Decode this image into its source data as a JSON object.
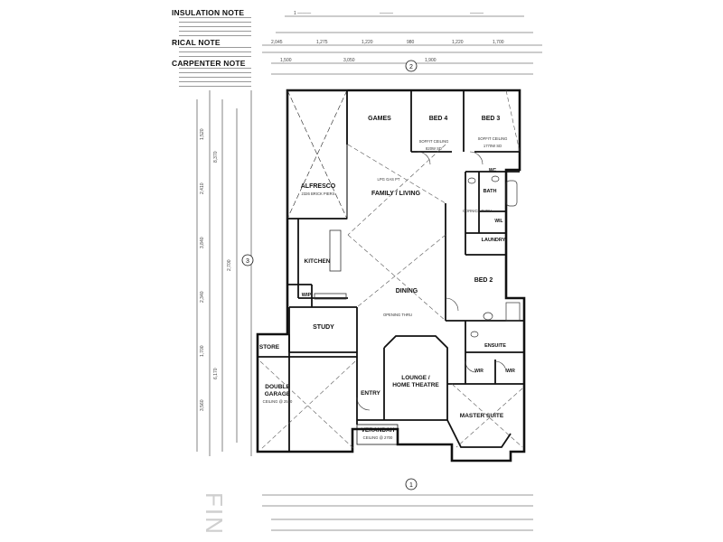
{
  "notes": {
    "insulation": "INSULATION NOTE",
    "electrical": "RICAL NOTE",
    "carpenter": "CARPENTER NOTE"
  },
  "rooms": {
    "games": "GAMES",
    "bed4": "BED 4",
    "bed3": "BED 3",
    "alfresco": "ALFRESCO",
    "family": "FAMILY / LIVING",
    "bath": "BATH",
    "wc": "WC",
    "wil": "WIL",
    "laundry": "LAUNDRY",
    "kitchen": "KITCHEN",
    "wip": "WIP",
    "dining": "DINING",
    "bed2": "BED 2",
    "study": "STUDY",
    "store": "STORE",
    "garage1": "DOUBLE",
    "garage2": "GARAGE",
    "entry": "ENTRY",
    "lounge1": "LOUNGE /",
    "lounge2": "HOME THEATRE",
    "ensuite": "ENSUITE",
    "wir": "WIR",
    "master": "MASTER SUITE",
    "verandah": "VERANDAH"
  },
  "annotations": {
    "games_soffit": "SOFFIT CEILING",
    "bed4_sd": "820W SD",
    "bed3_soffit": "SOFFIT CEILING",
    "bed3_sd": "1770W SD",
    "alfresco_note": "2326 BRICK PIERS",
    "pier": "LPG GAS PT",
    "cornice": "CORNICE THRU",
    "opening": "OPENING THRU",
    "garage_note1": "CEILING @ 2510",
    "verandah_note": "CEILING @ 2700"
  },
  "circles": {
    "top": "2",
    "left": "3",
    "bottom": "1"
  },
  "watermark": "FIN"
}
